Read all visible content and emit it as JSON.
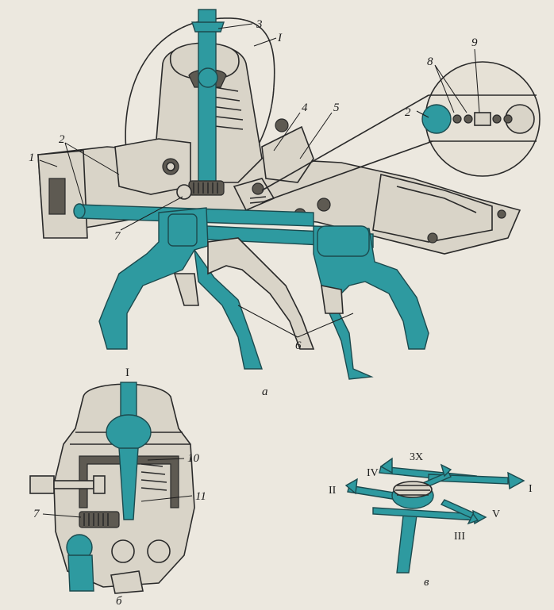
{
  "labels": {
    "fig_a": {
      "roman_I": "I",
      "n1": "1",
      "n2": "2",
      "n3": "3",
      "n4": "4",
      "n5": "5",
      "n6": "6",
      "n7": "7",
      "n8": "8",
      "n9": "9",
      "n2_inset": "2",
      "caption": "а"
    },
    "fig_b": {
      "roman_I": "I",
      "n7": "7",
      "n10": "10",
      "n11": "11",
      "caption": "б"
    },
    "fig_c": {
      "g_3x": "3X",
      "g_IV": "IV",
      "g_II": "II",
      "g_I": "I",
      "g_V": "V",
      "g_III": "III",
      "caption": "в"
    }
  },
  "colors": {
    "accent": "#2e9aa0",
    "metal": "#d9d4c8",
    "ink": "#2a2a2a",
    "paper": "#ece8df"
  }
}
